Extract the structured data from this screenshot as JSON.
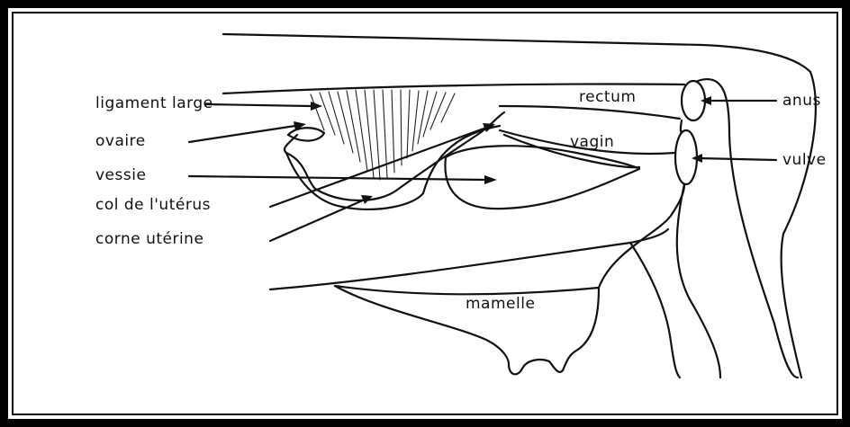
{
  "labels": {
    "ligament_large": "ligament large",
    "ovaire": "ovaire",
    "vessie": "vessie",
    "col_uterus": "col de l'utérus",
    "corne_uterine": "corne utérine",
    "rectum": "rectum",
    "vagin": "vagin",
    "mamelle": "mamelle",
    "anus": "anus",
    "vulve": "vulve"
  },
  "colors": {
    "line": "#111111",
    "background": "#ffffff",
    "frame": "#000000"
  }
}
